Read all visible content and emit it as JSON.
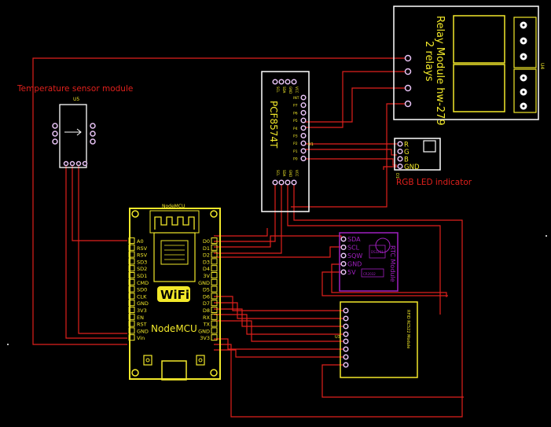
{
  "modules": {
    "temp_sensor": {
      "label": "Temperature sensor module",
      "ref": "U5"
    },
    "relay": {
      "title": "Relay Module hw-279",
      "subtitle": "2 relays",
      "ref": "U4"
    },
    "pcf": {
      "name": "PCF8574T",
      "top_pins": [
        "SCL",
        "SDA",
        "GND",
        "VCC"
      ],
      "right_pins": [
        "INT",
        "P7",
        "P6",
        "P5",
        "P4",
        "P3",
        "P2",
        "P1",
        "P0"
      ],
      "bottom_pins": [
        "SCL",
        "SDA",
        "GND",
        "VCC"
      ],
      "ref": "U1"
    },
    "rgb": {
      "label": "RGB LED indicator",
      "pins": [
        "R",
        "G",
        "B",
        "GND"
      ],
      "ref": "D1"
    },
    "nodemcu": {
      "top_label": "NodeMCU",
      "name": "NodeMCU",
      "wifi": "WiFi",
      "left_pins": [
        "A0",
        "RSV",
        "RSV",
        "SD3",
        "SD2",
        "SD1",
        "CMD",
        "SD0",
        "CLK",
        "GND",
        "3V3",
        "EN",
        "RST",
        "GND",
        "Vin"
      ],
      "right_pins": [
        "D0",
        "D1",
        "D2",
        "D3",
        "D4",
        "3V",
        "GND",
        "D5",
        "D6",
        "D7",
        "D8",
        "RX",
        "TX",
        "GND",
        "3V3"
      ]
    },
    "rtc": {
      "pins": [
        "SDA",
        "SCL",
        "SQW",
        "GND",
        "5V"
      ],
      "title": "RTC Module",
      "chip": "DS3231",
      "batt": "CR2032"
    },
    "rfid": {
      "label": "RFID RC522 Module",
      "ref": "U3"
    }
  }
}
